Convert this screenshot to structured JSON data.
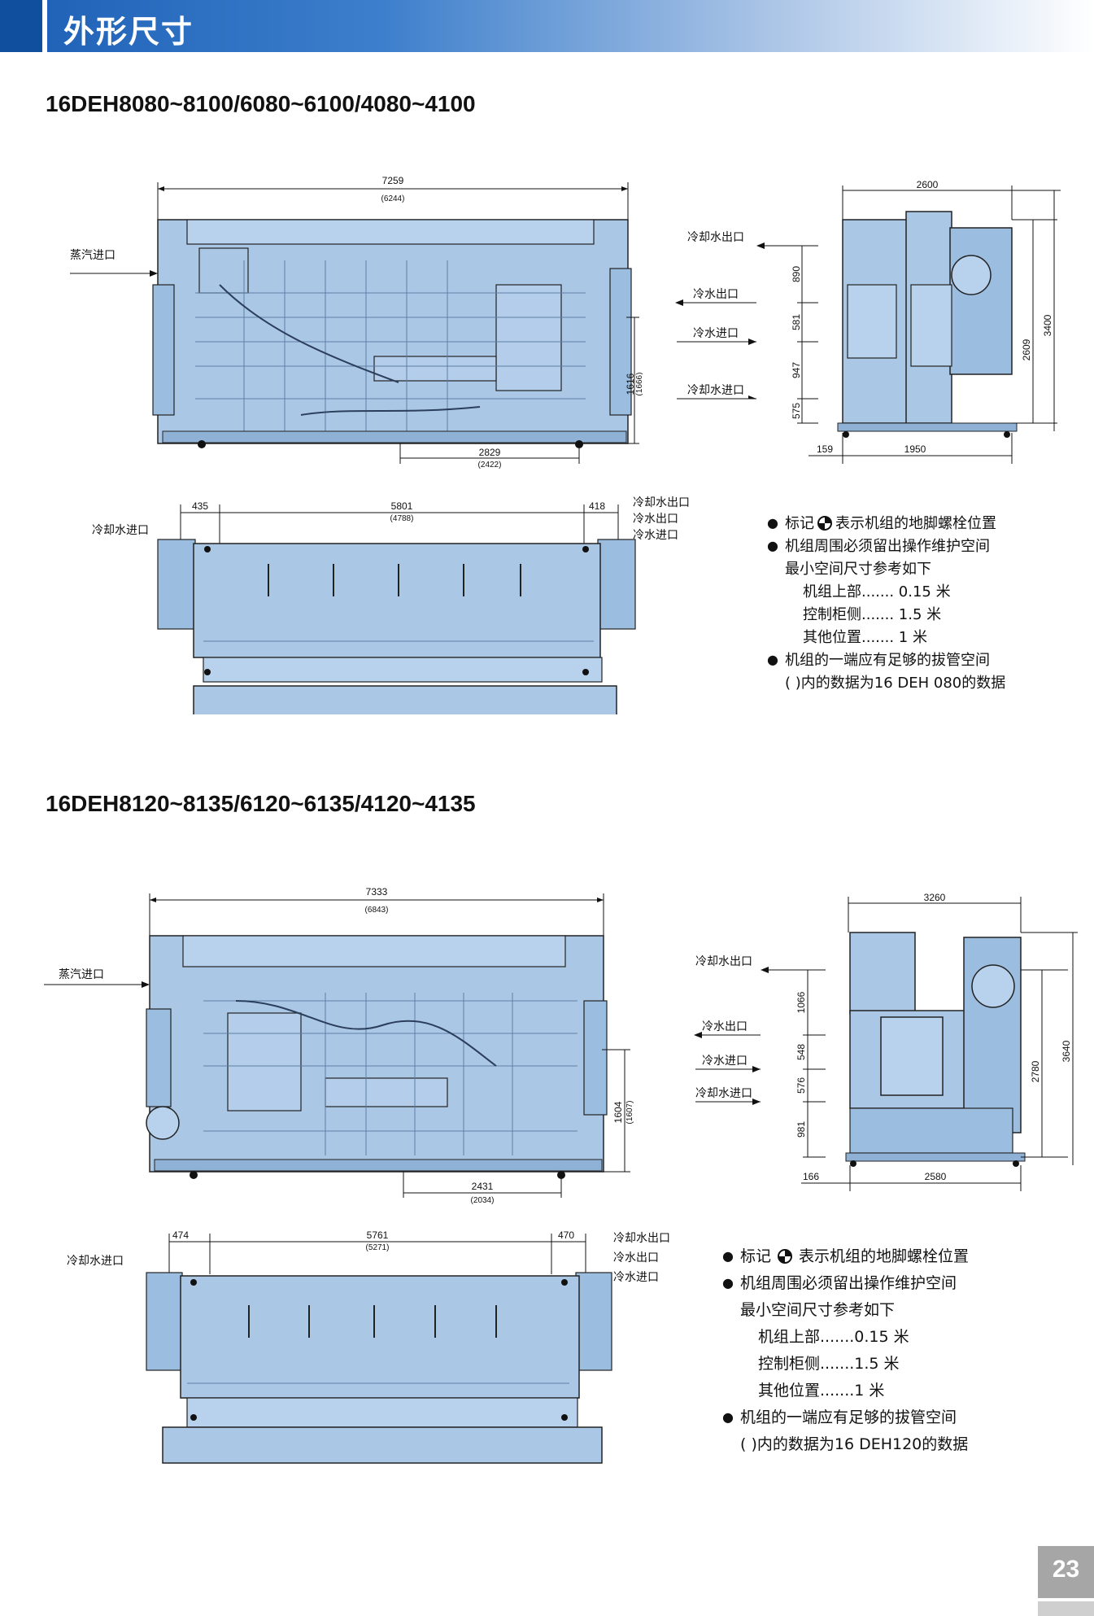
{
  "header": {
    "title": "外形尺寸"
  },
  "section1": {
    "model": "16DEH8080~8100/6080~6100/4080~4100",
    "front": {
      "total": "7259",
      "total_alt": "(6244)",
      "steam_in": "蒸汽进口",
      "height": "1616",
      "height_alt": "(1666)",
      "bottom": "2829",
      "bottom_alt": "(2422)"
    },
    "side_labels": {
      "cw_out": "冷却水出口",
      "chw_out": "冷水出口",
      "chw_in": "冷水进口",
      "cw_in": "冷却水进口"
    },
    "side": {
      "width": "2600",
      "h1": "890",
      "h2": "581",
      "h3": "947",
      "h4": "575",
      "total_h": "3400",
      "inner_h": "2609",
      "base_left": "159",
      "base_w": "1950"
    },
    "top": {
      "cw_in": "冷却水进口",
      "left": "435",
      "mid": "5801",
      "mid_alt": "(4788)",
      "right": "418",
      "cw_out": "冷却水出口",
      "chw_out": "冷水出口",
      "chw_in": "冷水进口"
    },
    "notes": {
      "n1_a": "标记",
      "n1_b": "表示机组的地脚螺栓位置",
      "n2": "机组周围必须留出操作维护空间",
      "n3": "最小空间尺寸参考如下",
      "n4": "机组上部....... 0.15 米",
      "n5": "控制柜侧....... 1.5 米",
      "n6": "其他位置....... 1 米",
      "n7": "机组的一端应有足够的拔管空间",
      "n8": "( )内的数据为16 DEH 080的数据"
    }
  },
  "section2": {
    "model": "16DEH8120~8135/6120~6135/4120~4135",
    "front": {
      "total": "7333",
      "total_alt": "(6843)",
      "steam_in": "蒸汽进口",
      "height": "1604",
      "height_alt": "(1607)",
      "bottom": "2431",
      "bottom_alt": "(2034)"
    },
    "side_labels": {
      "cw_out": "冷却水出口",
      "chw_out": "冷水出口",
      "chw_in": "冷水进口",
      "cw_in": "冷却水进口"
    },
    "side": {
      "width": "3260",
      "h1": "1066",
      "h2": "548",
      "h3": "576",
      "h4": "981",
      "total_h": "3640",
      "inner_h": "2780",
      "base_left": "166",
      "base_w": "2580"
    },
    "top": {
      "cw_in": "冷却水进口",
      "left": "474",
      "mid": "5761",
      "mid_alt": "(5271)",
      "right": "470",
      "cw_out": "冷却水出口",
      "chw_out": "冷水出口",
      "chw_in": "冷水进口"
    },
    "notes": {
      "n1_a": "标记",
      "n1_b": "表示机组的地脚螺栓位置",
      "n2": "机组周围必须留出操作维护空间",
      "n3": "最小空间尺寸参考如下",
      "n4": "机组上部.......0.15 米",
      "n5": "控制柜侧.......1.5 米",
      "n6": "其他位置.......1 米",
      "n7": "机组的一端应有足够的拔管空间",
      "n8": "( )内的数据为16 DEH120的数据"
    }
  },
  "page_number": "23",
  "colors": {
    "machine_fill": "#aac7e6",
    "machine_stroke": "#1a1a1a",
    "header_blue": "#1d5fb5"
  }
}
